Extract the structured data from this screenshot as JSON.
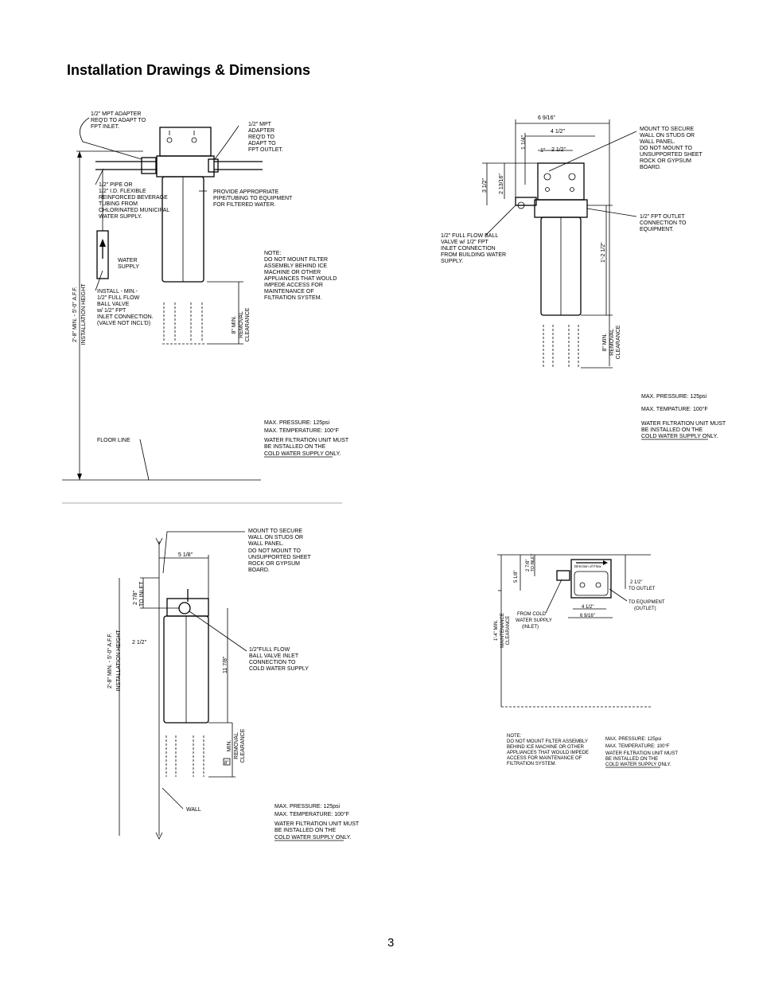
{
  "page": {
    "title": "Installation Drawings & Dimensions",
    "page_number": "3"
  },
  "drawing1": {
    "adapter_inlet": [
      "1/2\" MPT ADAPTER",
      "REQ'D TO ADAPT TO",
      "FPT INLET."
    ],
    "adapter_outlet": [
      "1/2\" MPT",
      "ADAPTER",
      "REQ'D TO",
      "ADAPT TO",
      "FPT OUTLET."
    ],
    "pipe": [
      "1/2\"  PIPE OR",
      "1/2\" I.D. FLEXIBLE",
      "REINFORCED BEVERAGE",
      "TUBING FROM",
      "CHLORINATED MUNICIPAL",
      "WATER SUPPLY."
    ],
    "provide": [
      "PROVIDE APPROPRIATE",
      "PIPE/TUBING TO EQUIPMENT",
      "FOR FILTERED WATER."
    ],
    "water_supply": [
      "WATER",
      "SUPPLY"
    ],
    "install": [
      "INSTALL - MIN.-",
      "1/2\" FULL FLOW",
      "BALL VALVE",
      "w/ 1/2\" FPT",
      "INLET CONNECTION.",
      "(VALVE NOT INCL'D)"
    ],
    "note": [
      "NOTE:",
      "DO NOT MOUNT FILTER",
      "ASSEMBLY BEHIND ICE",
      "MACHINE OR OTHER",
      "APPLIANCES THAT WOULD",
      "IMPEDE ACCESS FOR",
      "MAINTENANCE OF",
      "FILTRATION SYSTEM."
    ],
    "removal": [
      "8\" MIN.",
      "REMOVAL",
      "CLEARANCE"
    ],
    "height": [
      "2'-8\" MIN. - 5'-0\" A.F.F.",
      "INSTALLATION HEIGHT"
    ],
    "floor": "FLOOR LINE",
    "specs": [
      "MAX. PRESSURE: 125psi",
      "MAX. TEMPERATURE: 100°F",
      "WATER FILTRATION UNIT MUST",
      "BE INSTALLED ON THE",
      "COLD WATER SUPPLY ONLY."
    ]
  },
  "drawing2": {
    "dims": {
      "d1": "6 9/16\"",
      "d2": "4 1/2\"",
      "d3": "1 1/4\"",
      "d4": "1\"",
      "d5": "2 1/2\"",
      "d6": "3 1/2\"",
      "d7": "2 13/16\"",
      "d8": "1'-2 1/2\""
    },
    "mount": [
      "MOUNT TO SECURE",
      "WALL ON STUDS OR",
      "WALL PANEL.",
      "DO NOT MOUNT TO",
      "UNSUPPORTED SHEET",
      "ROCK OR GYPSUM",
      "BOARD."
    ],
    "outlet": [
      "1/2\" FPT OUTLET",
      "CONNECTION TO",
      "EQUIPMENT."
    ],
    "valve": [
      "1/2\" FULL FLOW BALL",
      "VALVE w/ 1/2\" FPT",
      "INLET CONNECTION",
      "FROM BUILDING WATER",
      "SUPPLY."
    ],
    "removal": [
      "8\" MIN.",
      "REMOVAL",
      "CLEARANCE"
    ],
    "specs": [
      "MAX. PRESSURE: 125psi",
      "MAX. TEMPATURE: 100°F",
      "WATER FILTRATION UNIT MUST",
      "BE INSTALLED ON THE",
      "COLD WATER SUPPLY ONLY."
    ]
  },
  "drawing3": {
    "mount": [
      "MOUNT TO SECURE",
      "WALL ON STUDS OR",
      "WALL PANEL.",
      "DO NOT MOUNT TO",
      "UNSUPPORTED SHEET",
      "ROCK OR GYPSUM",
      "BOARD."
    ],
    "dims": {
      "d1": "5 1/8\"",
      "d2": "2 7/8\"",
      "d2b": "TO INLET",
      "d3": "2 1/2\"",
      "d4": "11 7/8\""
    },
    "valve": [
      "1/2\"FULL FLOW",
      "BALL VALVE INLET",
      "CONNECTION TO",
      "COLD WATER SUPPLY"
    ],
    "height": [
      "2'-8\" MIN. - 5'-0\" A.F.F.",
      "INSTALLATION HEIGHT"
    ],
    "removal": [
      "MIN.",
      "REMOVAL",
      "CLEARANCE"
    ],
    "removal_box": "8\"",
    "wall": "WALL",
    "specs": [
      "MAX. PRESSURE: 125psi",
      "MAX. TEMPERATURE: 100°F",
      "WATER FILTRATION UNIT MUST",
      "BE INSTALLED ON THE",
      "COLD WATER SUPPLY ONLY."
    ]
  },
  "drawing4": {
    "direction": "Direction of Flow",
    "dims": {
      "d1": "5 1/8\"",
      "d2": "2 7/8\"",
      "d2b": "TO INLET",
      "d3": "2 1/2\"",
      "d3b": "TO OUTLET",
      "d4": "4 1/2\"",
      "d5": "6 9/16\""
    },
    "to_equipment": [
      "TO EQUIPMENT",
      "(OUTLET)"
    ],
    "from_cold": [
      "FROM COLD",
      "WATER SUPPLY",
      "(INLET)"
    ],
    "maint": [
      "1'-4\" MIN.",
      "MAINTENANCE",
      "CLEARANCE"
    ],
    "note": [
      "NOTE:",
      "DO NOT MOUNT FILTER ASSEMBLY",
      "BEHIND ICE MACHINE OR OTHER",
      "APPLIANCES THAT WOULD IMPEDE",
      "ACCESS FOR MAINTENANCE OF",
      "FILTRATION SYSTEM."
    ],
    "specs": [
      "MAX. PRESSURE: 125psi",
      "MAX. TEMPERATURE: 100°F",
      "WATER FILTRATION UNIT MUST",
      "BE INSTALLED ON THE",
      "COLD WATER SUPPLY ONLY."
    ]
  }
}
